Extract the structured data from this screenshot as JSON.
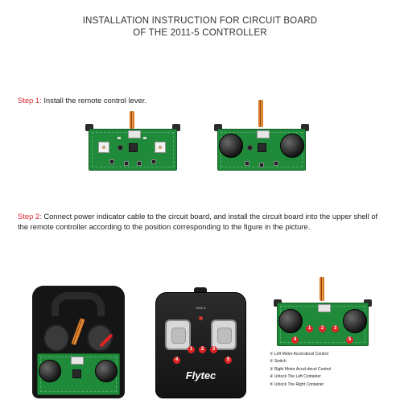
{
  "title": {
    "line1": "INSTALLATION INSTRUCTION FOR CIRCUIT BOARD",
    "line2": "OF THE 2011-5 CONTROLLER"
  },
  "step1": {
    "label": "Step 1:",
    "text": "Install the remote control lever."
  },
  "step2": {
    "label": "Step 2:",
    "text": "Connect power indicator cable to the circuit board, and install the circuit board into the upper shell of the remote controller according to the position corresponding to the figure in the picture."
  },
  "controller": {
    "brand": "Flytec",
    "model": "2011-5",
    "markers": [
      "1",
      "2",
      "3",
      "4",
      "5"
    ]
  },
  "legend": [
    "① Left Motor Accel-decel Control",
    "② Switch",
    "③ Right Motor Accel-decel Control",
    "④ Unlock The Left Container",
    "⑤ Unlock The Right Container"
  ],
  "colors": {
    "accent_red": "#d9262c",
    "pcb_green": "#1f8a3a"
  }
}
